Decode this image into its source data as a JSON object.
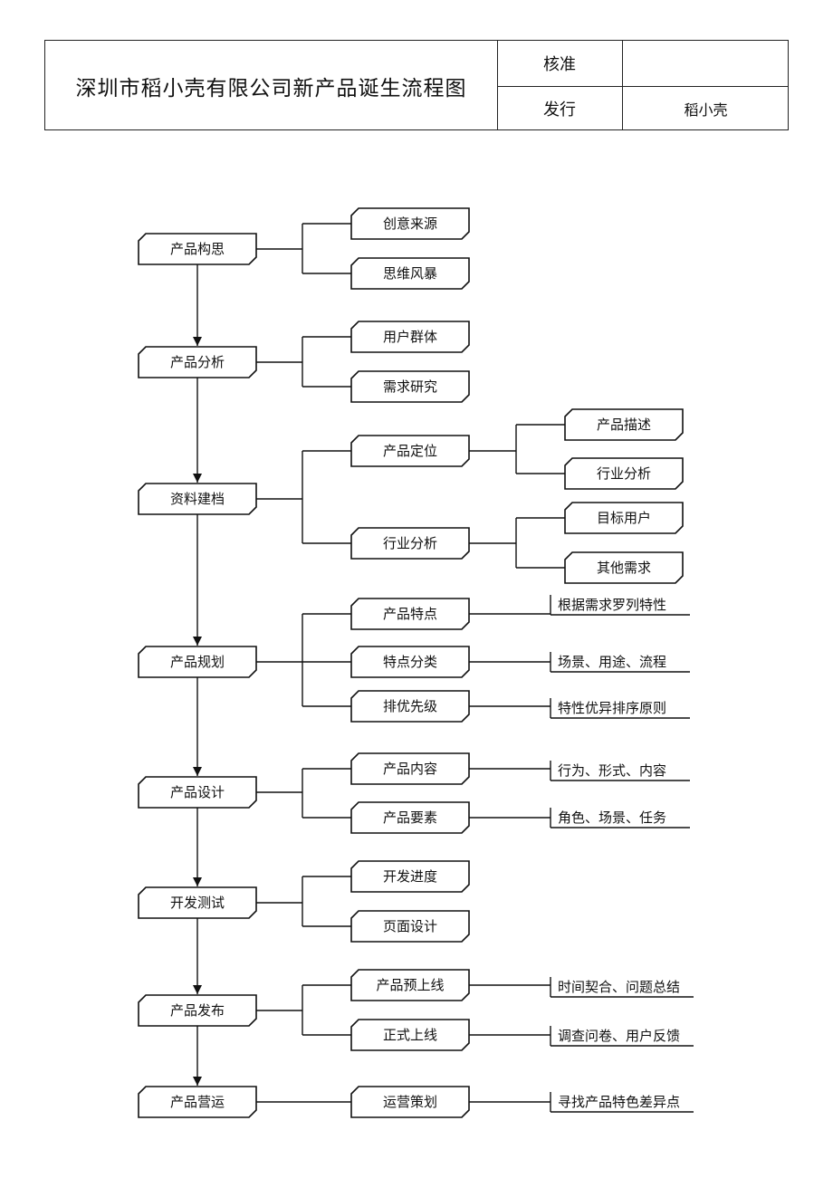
{
  "header": {
    "title": "深圳市稻小壳有限公司新产品诞生流程图",
    "approve_label": "核准",
    "approve_value": "",
    "issue_label": "发行",
    "issue_value": "稻小壳"
  },
  "flow": {
    "stages": [
      {
        "id": "s1",
        "label": "产品构思"
      },
      {
        "id": "s2",
        "label": "产品分析"
      },
      {
        "id": "s3",
        "label": "资料建档"
      },
      {
        "id": "s4",
        "label": "产品规划"
      },
      {
        "id": "s5",
        "label": "产品设计"
      },
      {
        "id": "s6",
        "label": "开发测试"
      },
      {
        "id": "s7",
        "label": "产品发布"
      },
      {
        "id": "s8",
        "label": "产品营运"
      }
    ],
    "children": [
      {
        "id": "c1",
        "parent": "s1",
        "label": "创意来源"
      },
      {
        "id": "c2",
        "parent": "s1",
        "label": "思维风暴"
      },
      {
        "id": "c3",
        "parent": "s2",
        "label": "用户群体"
      },
      {
        "id": "c4",
        "parent": "s2",
        "label": "需求研究"
      },
      {
        "id": "c5",
        "parent": "s3",
        "label": "产品定位"
      },
      {
        "id": "c6",
        "parent": "s3",
        "label": "行业分析"
      },
      {
        "id": "c7",
        "parent": "s4",
        "label": "产品特点"
      },
      {
        "id": "c8",
        "parent": "s4",
        "label": "特点分类"
      },
      {
        "id": "c9",
        "parent": "s4",
        "label": "排优先级"
      },
      {
        "id": "c10",
        "parent": "s5",
        "label": "产品内容"
      },
      {
        "id": "c11",
        "parent": "s5",
        "label": "产品要素"
      },
      {
        "id": "c12",
        "parent": "s6",
        "label": "开发进度"
      },
      {
        "id": "c13",
        "parent": "s6",
        "label": "页面设计"
      },
      {
        "id": "c14",
        "parent": "s7",
        "label": "产品预上线"
      },
      {
        "id": "c15",
        "parent": "s7",
        "label": "正式上线"
      },
      {
        "id": "c16",
        "parent": "s8",
        "label": "运营策划"
      }
    ],
    "grandchildren": [
      {
        "id": "g1",
        "parent": "c5",
        "label": "产品描述"
      },
      {
        "id": "g2",
        "parent": "c5",
        "label": "行业分析"
      },
      {
        "id": "g3",
        "parent": "c6",
        "label": "目标用户"
      },
      {
        "id": "g4",
        "parent": "c6",
        "label": "其他需求"
      }
    ],
    "notes": [
      {
        "id": "n1",
        "parent": "c7",
        "label": "根据需求罗列特性"
      },
      {
        "id": "n2",
        "parent": "c8",
        "label": "场景、用途、流程"
      },
      {
        "id": "n3",
        "parent": "c9",
        "label": "特性优异排序原则"
      },
      {
        "id": "n4",
        "parent": "c10",
        "label": "行为、形式、内容"
      },
      {
        "id": "n5",
        "parent": "c11",
        "label": "角色、场景、任务"
      },
      {
        "id": "n6",
        "parent": "c14",
        "label": "时间契合、问题总结"
      },
      {
        "id": "n7",
        "parent": "c15",
        "label": "调查问卷、用户反馈"
      },
      {
        "id": "n8",
        "parent": "c16",
        "label": "寻找产品特色差异点"
      }
    ]
  }
}
